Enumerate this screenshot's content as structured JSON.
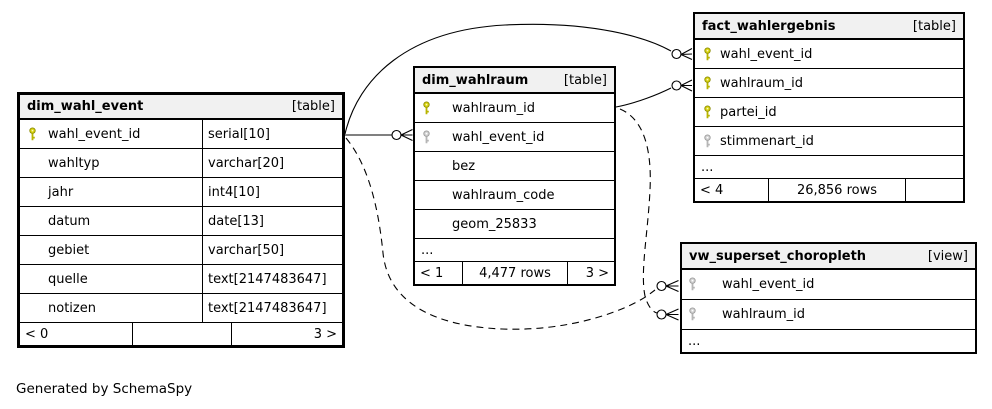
{
  "caption": "Generated by SchemaSpy",
  "colors": {
    "header_bg": "#f1f1f1",
    "border": "#000000",
    "primary_key": "#dcd714",
    "primary_key_outline": "#8a8a00",
    "foreign_key": "#d5d5d5",
    "foreign_key_outline": "#9a9a9a"
  },
  "tables": {
    "dim_wahl_event": {
      "name": "dim_wahl_event",
      "tag": "[table]",
      "rows": [
        {
          "key": "primary",
          "name": "wahl_event_id",
          "type": "serial[10]"
        },
        {
          "key": "none",
          "name": "wahltyp",
          "type": "varchar[20]"
        },
        {
          "key": "none",
          "name": "jahr",
          "type": "int4[10]"
        },
        {
          "key": "none",
          "name": "datum",
          "type": "date[13]"
        },
        {
          "key": "none",
          "name": "gebiet",
          "type": "varchar[50]"
        },
        {
          "key": "none",
          "name": "quelle",
          "type": "text[2147483647]"
        },
        {
          "key": "none",
          "name": "notizen",
          "type": "text[2147483647]"
        }
      ],
      "footer": {
        "left": "< 0",
        "center": "",
        "right": "3 >"
      }
    },
    "dim_wahlraum": {
      "name": "dim_wahlraum",
      "tag": "[table]",
      "rows": [
        {
          "key": "primary",
          "name": "wahlraum_id"
        },
        {
          "key": "foreign",
          "name": "wahl_event_id"
        },
        {
          "key": "none",
          "name": "bez"
        },
        {
          "key": "none",
          "name": "wahlraum_code"
        },
        {
          "key": "none",
          "name": "geom_25833"
        }
      ],
      "ellipsis": "...",
      "footer": {
        "left": "< 1",
        "center": "4,477 rows",
        "right": "3 >"
      }
    },
    "fact_wahlergebnis": {
      "name": "fact_wahlergebnis",
      "tag": "[table]",
      "rows": [
        {
          "key": "primary",
          "name": "wahl_event_id"
        },
        {
          "key": "primary",
          "name": "wahlraum_id"
        },
        {
          "key": "primary",
          "name": "partei_id"
        },
        {
          "key": "foreign",
          "name": "stimmenart_id"
        }
      ],
      "ellipsis": "...",
      "footer": {
        "left": "< 4",
        "center": "26,856 rows",
        "right": ""
      }
    },
    "vw_superset_choropleth": {
      "name": "vw_superset_choropleth",
      "tag": "[view]",
      "rows": [
        {
          "key": "foreign",
          "name": "wahl_event_id"
        },
        {
          "key": "foreign",
          "name": "wahlraum_id"
        }
      ],
      "ellipsis": "..."
    }
  },
  "relationships": [
    {
      "from": "dim_wahl_event.wahl_event_id",
      "to": "dim_wahlraum.wahl_event_id",
      "style": "solid"
    },
    {
      "from": "dim_wahl_event.wahl_event_id",
      "to": "fact_wahlergebnis.wahl_event_id",
      "style": "solid"
    },
    {
      "from": "dim_wahlraum.wahlraum_id",
      "to": "fact_wahlergebnis.wahlraum_id",
      "style": "solid"
    },
    {
      "from": "dim_wahl_event.wahl_event_id",
      "to": "vw_superset_choropleth.wahl_event_id",
      "style": "dashed"
    },
    {
      "from": "dim_wahlraum.wahlraum_id",
      "to": "vw_superset_choropleth.wahlraum_id",
      "style": "dashed"
    }
  ]
}
